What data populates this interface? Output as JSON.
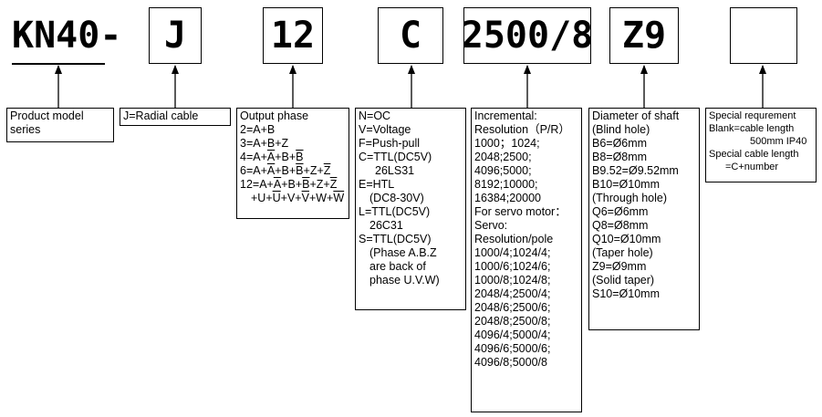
{
  "codes": {
    "prefix": "KN40-",
    "cable": "J",
    "phase": "12",
    "output": "C",
    "resolution": "2500/8",
    "shaft": "Z9",
    "special": ""
  },
  "boxes": {
    "model": {
      "lines": [
        "Product model",
        "series"
      ]
    },
    "cable": {
      "lines": [
        "J=Radial cable"
      ]
    },
    "phase": {
      "title": "Output phase",
      "l1": "2=A+B",
      "l2": "3=A+B+Z",
      "l3": {
        "pre": "4=A+",
        "a": "A",
        "mid": "+B+",
        "b": "B"
      },
      "l4": {
        "pre": "6=A+",
        "a": "A",
        "m1": "+B+",
        "b": "B",
        "m2": "+Z+",
        "z": "Z"
      },
      "l5": {
        "pre": "12=A+",
        "a": "A",
        "m1": "+B+",
        "b": "B",
        "m2": "+Z+",
        "z": "Z"
      },
      "l6": {
        "pre": "+U+",
        "u": "U",
        "m1": "+V+",
        "v": "V",
        "m2": "+W+",
        "w": "W"
      }
    },
    "output": {
      "lines": [
        "N=OC",
        "V=Voltage",
        "F=Push-pull",
        "C=TTL(DC5V)",
        "26LS31",
        "E=HTL",
        "(DC8-30V)",
        "L=TTL(DC5V)",
        "26C31",
        "S=TTL(DC5V)",
        "(Phase A.B.Z",
        "are back of",
        "phase U.V.W)"
      ]
    },
    "resolution": {
      "title": "Incremental:",
      "subtitle": "Resolution（P/R）",
      "pairs": [
        [
          "1000；",
          "1024;"
        ],
        [
          "2048;",
          "2500;"
        ],
        [
          "4096;",
          "5000;"
        ],
        [
          "8192;",
          "10000;"
        ],
        [
          "16384;",
          "20000"
        ]
      ],
      "servo_title": "For servo motor：",
      "servo_label": "Servo:",
      "servo_sub": "Resolution/pole",
      "servo_pairs": [
        [
          "1000/4;",
          "1024/4;"
        ],
        [
          "1000/6;",
          "1024/6;"
        ],
        [
          "1000/8;",
          "1024/8;"
        ],
        [
          "2048/4;",
          "2500/4;"
        ],
        [
          "2048/6;",
          "2500/6;"
        ],
        [
          "2048/8;",
          "2500/8;"
        ],
        [
          "4096/4;",
          "5000/4;"
        ],
        [
          "4096/6;",
          "5000/6;"
        ],
        [
          "4096/8;",
          "5000/8"
        ]
      ]
    },
    "shaft": {
      "lines": [
        "Diameter of shaft",
        "(Blind hole)",
        "B6=Ø6mm",
        "B8=Ø8mm",
        "B9.52=Ø9.52mm",
        "B10=Ø10mm",
        "(Through hole)",
        "Q6=Ø6mm",
        "Q8=Ø8mm",
        "Q10=Ø10mm",
        "(Taper hole)",
        "Z9=Ø9mm",
        "(Solid taper)",
        "S10=Ø10mm"
      ]
    },
    "special": {
      "lines": [
        "Special requrement",
        "Blank=cable length",
        "500mm IP40",
        "Special cable length",
        "=C+number"
      ]
    }
  }
}
